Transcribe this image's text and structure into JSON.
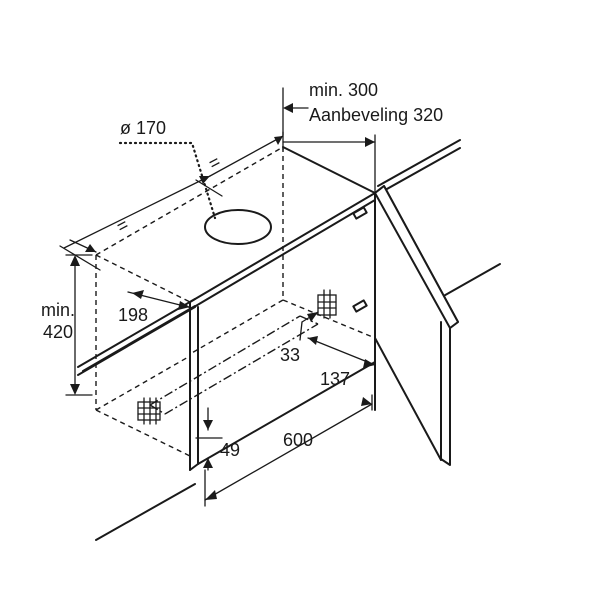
{
  "diagram": {
    "labels": {
      "min_300": "min. 300",
      "aanbeveling_320": "Aanbeveling 320",
      "diameter_170": "ø 170",
      "equal_top": "=",
      "equal_left": "=",
      "min": "min.",
      "height_420": "420",
      "depth_198": "198",
      "offset_33": "33",
      "offset_137": "137",
      "height_49": "49",
      "width_600": "600"
    }
  }
}
